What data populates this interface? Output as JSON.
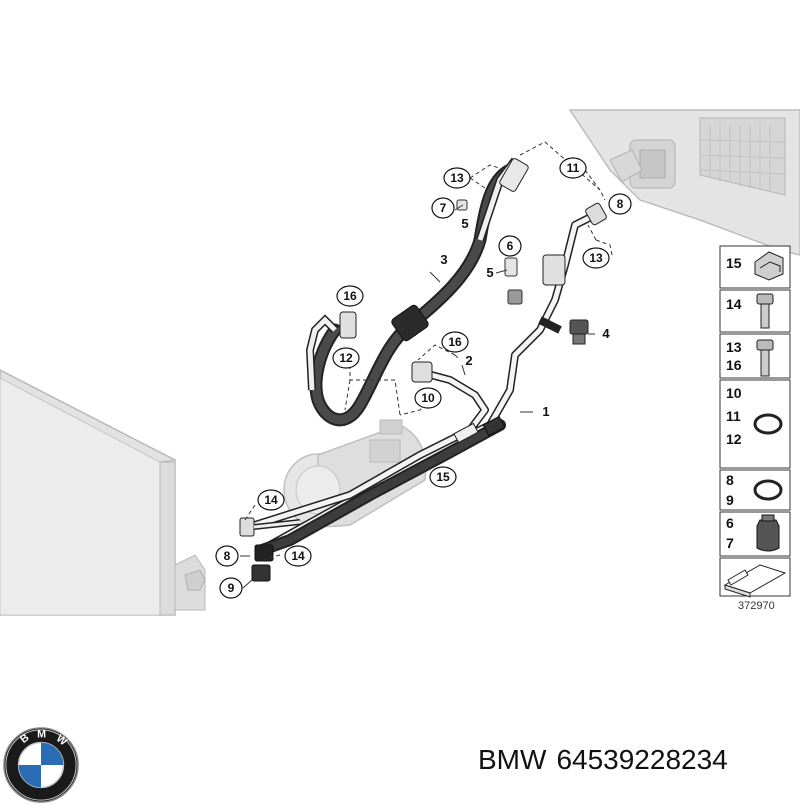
{
  "diagram": {
    "reference_number": "372970",
    "callouts": [
      {
        "id": "c13a",
        "text": "13"
      },
      {
        "id": "c7",
        "text": "7"
      },
      {
        "id": "c5a",
        "text": "5"
      },
      {
        "id": "c11",
        "text": "11"
      },
      {
        "id": "c8a",
        "text": "8"
      },
      {
        "id": "c13b",
        "text": "13"
      },
      {
        "id": "c6",
        "text": "6"
      },
      {
        "id": "c5b",
        "text": "5"
      },
      {
        "id": "c3",
        "text": "3"
      },
      {
        "id": "c16a",
        "text": "16"
      },
      {
        "id": "c12",
        "text": "12"
      },
      {
        "id": "c16b",
        "text": "16"
      },
      {
        "id": "c2",
        "text": "2"
      },
      {
        "id": "c10",
        "text": "10"
      },
      {
        "id": "c1",
        "text": "1"
      },
      {
        "id": "c4",
        "text": "4"
      },
      {
        "id": "c15",
        "text": "15"
      },
      {
        "id": "c14a",
        "text": "14"
      },
      {
        "id": "c8b",
        "text": "8"
      },
      {
        "id": "c14b",
        "text": "14"
      },
      {
        "id": "c9",
        "text": "9"
      }
    ],
    "parts_panel": [
      {
        "numbers": [
          "15"
        ],
        "icon": "clip-icon"
      },
      {
        "numbers": [
          "14"
        ],
        "icon": "bolt-icon"
      },
      {
        "numbers": [
          "13",
          "16"
        ],
        "icon": "stud-bolt-icon"
      },
      {
        "numbers": [
          "10",
          "11",
          "12"
        ],
        "icon": "o-ring-icon"
      },
      {
        "numbers": [
          "8",
          "9"
        ],
        "icon": "o-ring-icon"
      },
      {
        "numbers": [
          "6",
          "7"
        ],
        "icon": "cap-icon"
      },
      {
        "numbers": [],
        "icon": "shim-icon"
      }
    ]
  },
  "footer": {
    "brand": "BMW",
    "part_number": "64539228234"
  },
  "colors": {
    "hose_dark": "#333333",
    "pipe_light": "#f2f2f2",
    "background_gray": "#c8c8c8",
    "outline": "#222222"
  }
}
